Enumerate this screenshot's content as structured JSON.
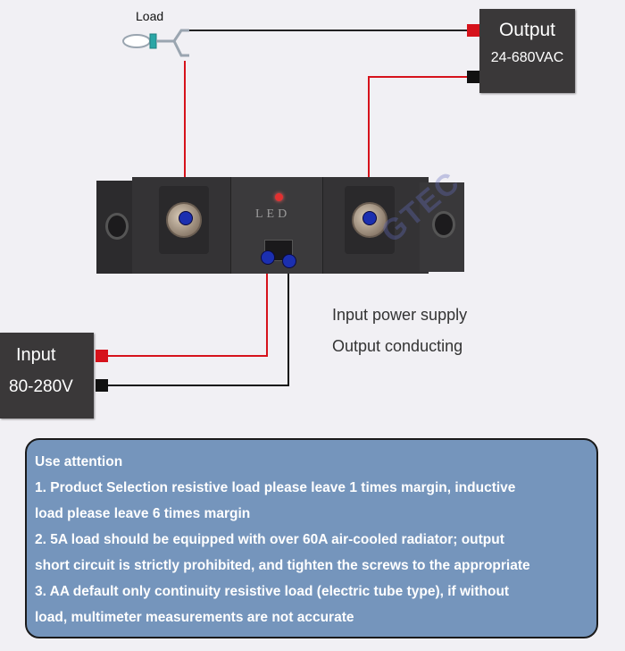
{
  "load": {
    "label": "Load"
  },
  "output": {
    "title": "Output",
    "range": "24-680VAC"
  },
  "input": {
    "title": "Input",
    "range": "80-280V"
  },
  "relay": {
    "led_label": "LED"
  },
  "watermark": "GTEC",
  "captions": [
    "Input power supply",
    "Output conducting"
  ],
  "notes": {
    "title": "Use attention",
    "lines": [
      "1. Product Selection resistive load please leave 1 times margin, inductive",
      "load please leave 6 times margin",
      "2. 5A load should be equipped with over 60A air-cooled radiator; output",
      "short circuit is strictly prohibited, and tighten the screws to the appropriate",
      "3. AA default only continuity resistive load (electric tube type), if without",
      "load, multimeter measurements are not accurate"
    ]
  },
  "colors": {
    "wire_red": "#d6121b",
    "wire_black": "#111111",
    "panel": "#7595bc",
    "node": "#1b2fb0"
  }
}
